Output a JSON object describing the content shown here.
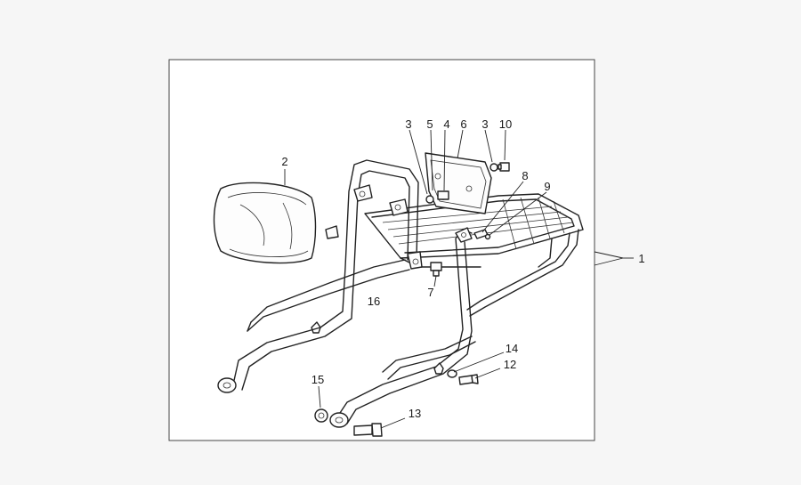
{
  "diagram": {
    "callouts": [
      {
        "id": "c-1",
        "text": "1"
      },
      {
        "id": "c-2",
        "text": "2"
      },
      {
        "id": "c-3a",
        "text": "3"
      },
      {
        "id": "c-5",
        "text": "5"
      },
      {
        "id": "c-4",
        "text": "4"
      },
      {
        "id": "c-6",
        "text": "6"
      },
      {
        "id": "c-3b",
        "text": "3"
      },
      {
        "id": "c-10",
        "text": "10"
      },
      {
        "id": "c-8",
        "text": "8"
      },
      {
        "id": "c-9",
        "text": "9"
      },
      {
        "id": "c-7",
        "text": "7"
      },
      {
        "id": "c-16",
        "text": "16"
      },
      {
        "id": "c-14",
        "text": "14"
      },
      {
        "id": "c-12",
        "text": "12"
      },
      {
        "id": "c-15",
        "text": "15"
      },
      {
        "id": "c-13",
        "text": "13"
      }
    ]
  }
}
